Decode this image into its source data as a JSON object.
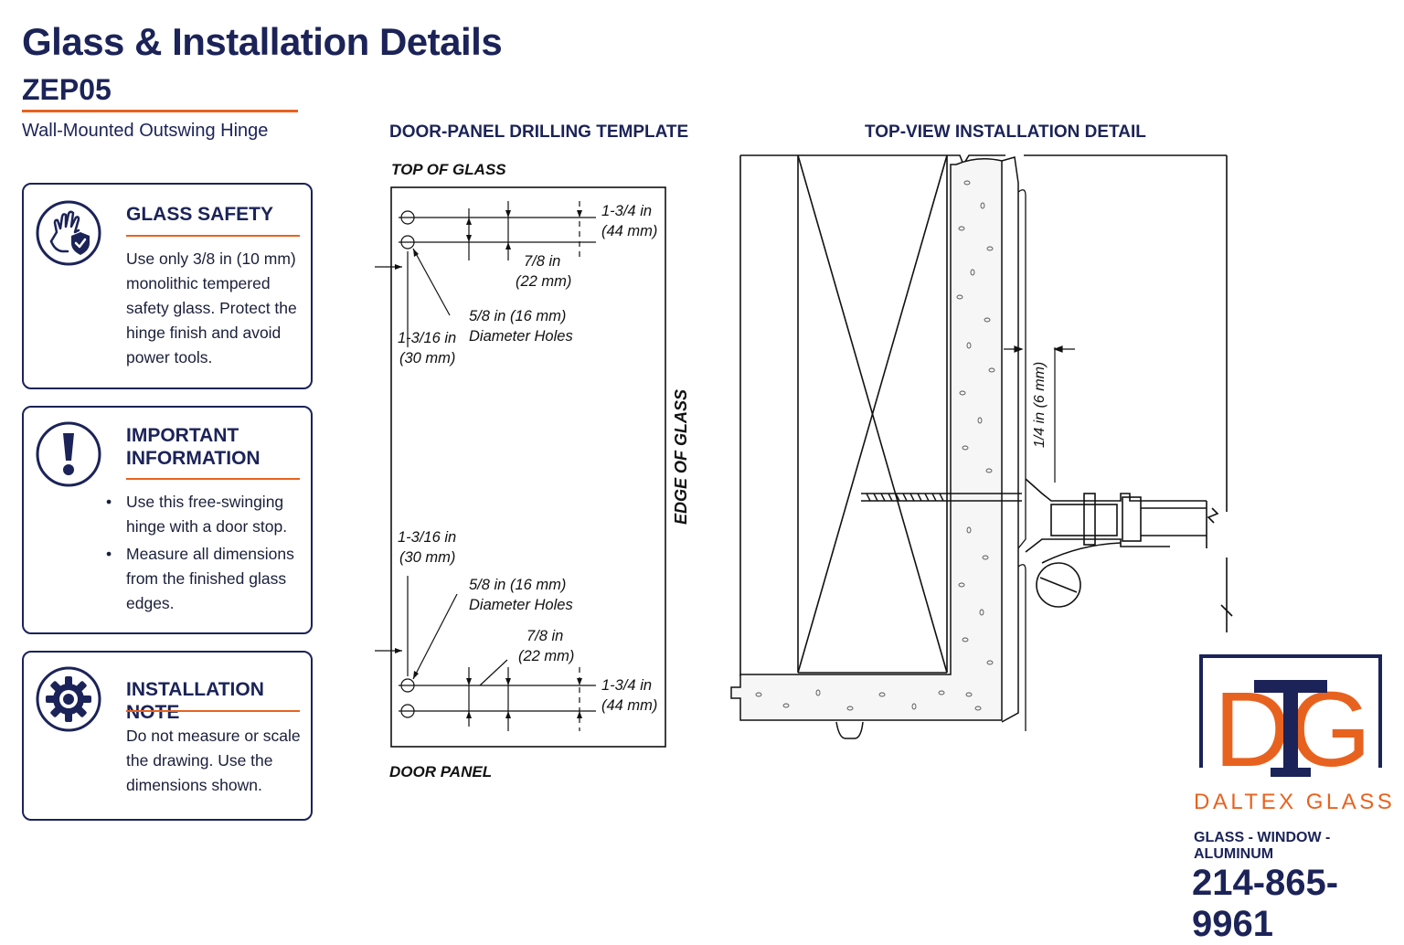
{
  "header": {
    "title": "Glass & Installation Details",
    "model": "ZEP05",
    "subtitle": "Wall-Mounted Outswing Hinge"
  },
  "cards": {
    "safety": {
      "title": "GLASS SAFETY",
      "icon": "hand-shield-icon",
      "text": "Use only 3/8 in (10 mm) monolithic tempered safety glass. Protect the hinge finish and avoid power tools."
    },
    "important": {
      "title_line1": "IMPORTANT",
      "title_line2": "INFORMATION",
      "icon": "exclamation-icon",
      "bullets": [
        "Use this free-swinging hinge with a door stop.",
        "Measure all dimensions from the finished glass edges."
      ]
    },
    "install": {
      "title": "INSTALLATION NOTE",
      "icon": "gear-icon",
      "text": "Do not measure or scale the drawing. Use the dimensions shown."
    }
  },
  "template": {
    "heading": "DOOR-PANEL DRILLING TEMPLATE",
    "top_label": "TOP OF GLASS",
    "bottom_label": "DOOR PANEL",
    "edge_label": "EDGE OF GLASS",
    "top_group": {
      "dim1": "1-3/4 in",
      "dim1_mm": "(44 mm)",
      "dim2": "7/8 in",
      "dim2_mm": "(22 mm)",
      "holes": "5/8 in (16 mm)",
      "holes_label": "Diameter Holes",
      "offset": "1-3/16 in",
      "offset_mm": "(30 mm)"
    },
    "bottom_group": {
      "offset": "1-3/16 in",
      "offset_mm": "(30 mm)",
      "holes": "5/8 in (16 mm)",
      "holes_label": "Diameter Holes",
      "dim2": "7/8 in",
      "dim2_mm": "(22 mm)",
      "dim1": "1-3/4 in",
      "dim1_mm": "(44 mm)"
    }
  },
  "topview": {
    "heading": "TOP-VIEW INSTALLATION DETAIL",
    "gap_label": "1/4 in (6 mm)"
  },
  "brand": {
    "logo_letters": "DTG",
    "company": "DALTEX GLASS",
    "tagline": "GLASS - WINDOW - ALUMINUM",
    "phone": "214-865-9961",
    "navy": "#1b2358",
    "orange": "#e8621f"
  }
}
